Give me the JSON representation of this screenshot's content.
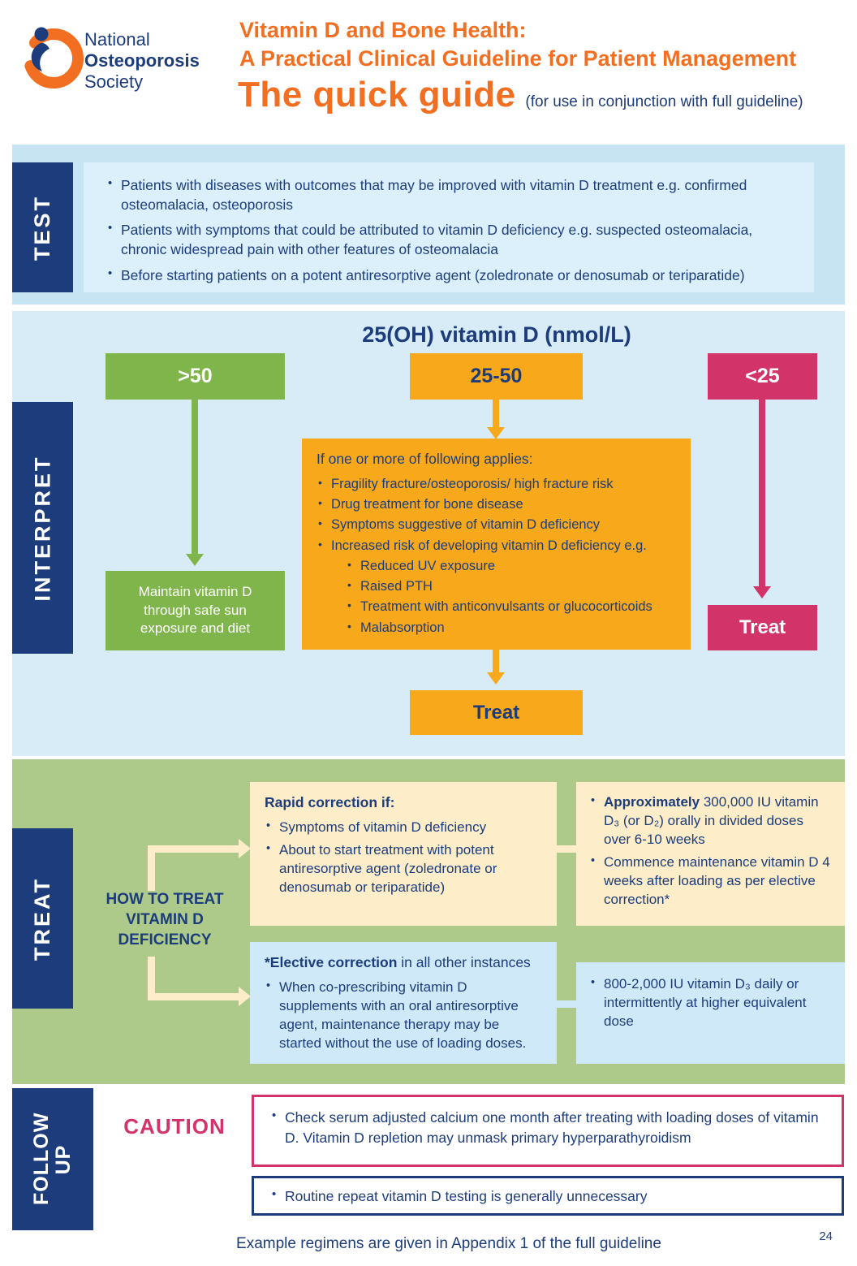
{
  "header": {
    "logo_name_line1": "National",
    "logo_name_line2": "Osteoporosis",
    "logo_name_line3": "Society",
    "title_line1": "Vitamin D and Bone Health:",
    "title_line2": "A Practical Clinical Guideline for Patient Management",
    "quick_guide_title": "The quick guide",
    "quick_guide_note": "(for use in conjunction with full guideline)"
  },
  "sections": {
    "test": {
      "label": "TEST",
      "bullets": [
        "Patients with diseases with outcomes that may be improved with vitamin D treatment e.g. confirmed osteomalacia, osteoporosis",
        "Patients with symptoms that could be attributed to vitamin D deficiency e.g. suspected osteomalacia, chronic widespread pain with other features of osteomalacia",
        "Before starting patients on a potent antiresorptive agent (zoledronate or denosumab or teriparatide)"
      ]
    },
    "interpret": {
      "label": "INTERPRET",
      "title": "25(OH) vitamin D (nmol/L)",
      "high": {
        "range": ">50",
        "outcome": "Maintain vitamin D through safe sun exposure and diet"
      },
      "mid": {
        "range": "25-50",
        "criteria_title": "If one or more of following applies:",
        "criteria": [
          "Fragility fracture/osteoporosis/ high fracture risk",
          "Drug treatment for bone disease",
          "Symptoms suggestive of vitamin D deficiency",
          "Increased risk of developing vitamin D deficiency e.g."
        ],
        "sub_criteria": [
          "Reduced UV exposure",
          "Raised PTH",
          "Treatment with anticonvulsants or glucocorticoids",
          "Malabsorption"
        ],
        "action": "Treat"
      },
      "low": {
        "range": "<25",
        "action": "Treat"
      }
    },
    "treat": {
      "label": "TREAT",
      "heading": "HOW TO TREAT VITAMIN D DEFICIENCY",
      "rapid_box": {
        "title": "Rapid correction if:",
        "bullets": [
          "Symptoms of vitamin D deficiency",
          "About to start treatment with potent antiresorptive agent (zoledronate or denosumab or teriparatide)"
        ]
      },
      "rapid_dose_box": {
        "bullet1_bold": "Approximately",
        "bullet1_rest": " 300,000 IU vitamin D₃ (or D₂) orally in divided doses over 6-10 weeks",
        "bullet2": "Commence maintenance vitamin D 4 weeks after loading as per elective correction*"
      },
      "elective_box": {
        "title_bold": "*Elective correction",
        "title_rest": " in all other instances",
        "bullet": "When co-prescribing vitamin D supplements with an oral antiresorptive agent, maintenance therapy may be started without the use of loading doses."
      },
      "elective_dose_box": {
        "bullet": "800-2,000 IU vitamin D₃ daily or intermittently at higher equivalent dose"
      }
    },
    "follow_up": {
      "label": "FOLLOW UP",
      "caution_label": "CAUTION",
      "caution_bullet": "Check serum adjusted calcium one month after treating with loading doses of vitamin D. Vitamin D repletion may unmask primary hyperparathyroidism",
      "routine_bullet": "Routine repeat vitamin D testing is generally unnecessary"
    }
  },
  "footer": {
    "note": "Example regimens are given in Appendix 1 of the full guideline",
    "page_number": "24"
  },
  "colors": {
    "navy": "#1d3c7c",
    "orange": "#f26f21",
    "green": "#7fb54a",
    "amber": "#f7a81b",
    "magenta": "#d23368",
    "test_band_blue": "#c7e4f3",
    "test_inner_blue": "#dcf0fb",
    "interpret_band_blue": "#d8ecf8",
    "treat_band_green": "#aeca8b",
    "cream_box": "#fdeec9",
    "light_blue_box": "#cfe9f8"
  }
}
